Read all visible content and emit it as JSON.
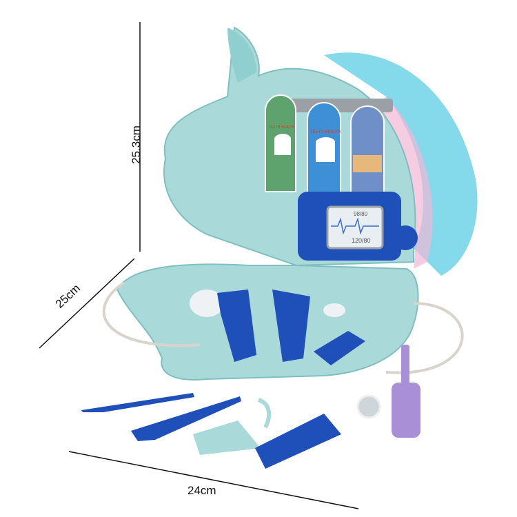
{
  "dimensions": {
    "height": "25.3cm",
    "depth": "25cm",
    "width": "24cm"
  },
  "cards": [
    {
      "title": "TEETH HEALTH",
      "color": "#5ea36e"
    },
    {
      "title": "TEETH HEALTH",
      "color": "#3d8fd6"
    },
    {
      "title": "",
      "color": "#6f8fc8"
    }
  ],
  "monitor": {
    "heart_rate": "98/80",
    "blood_pressure": "120/80"
  },
  "colors": {
    "case": "#a9d9d8",
    "case_dark": "#7fbfc0",
    "tools": "#1f4fb8",
    "hair": "#6fd2e8",
    "bottle": "#a98fd6"
  }
}
